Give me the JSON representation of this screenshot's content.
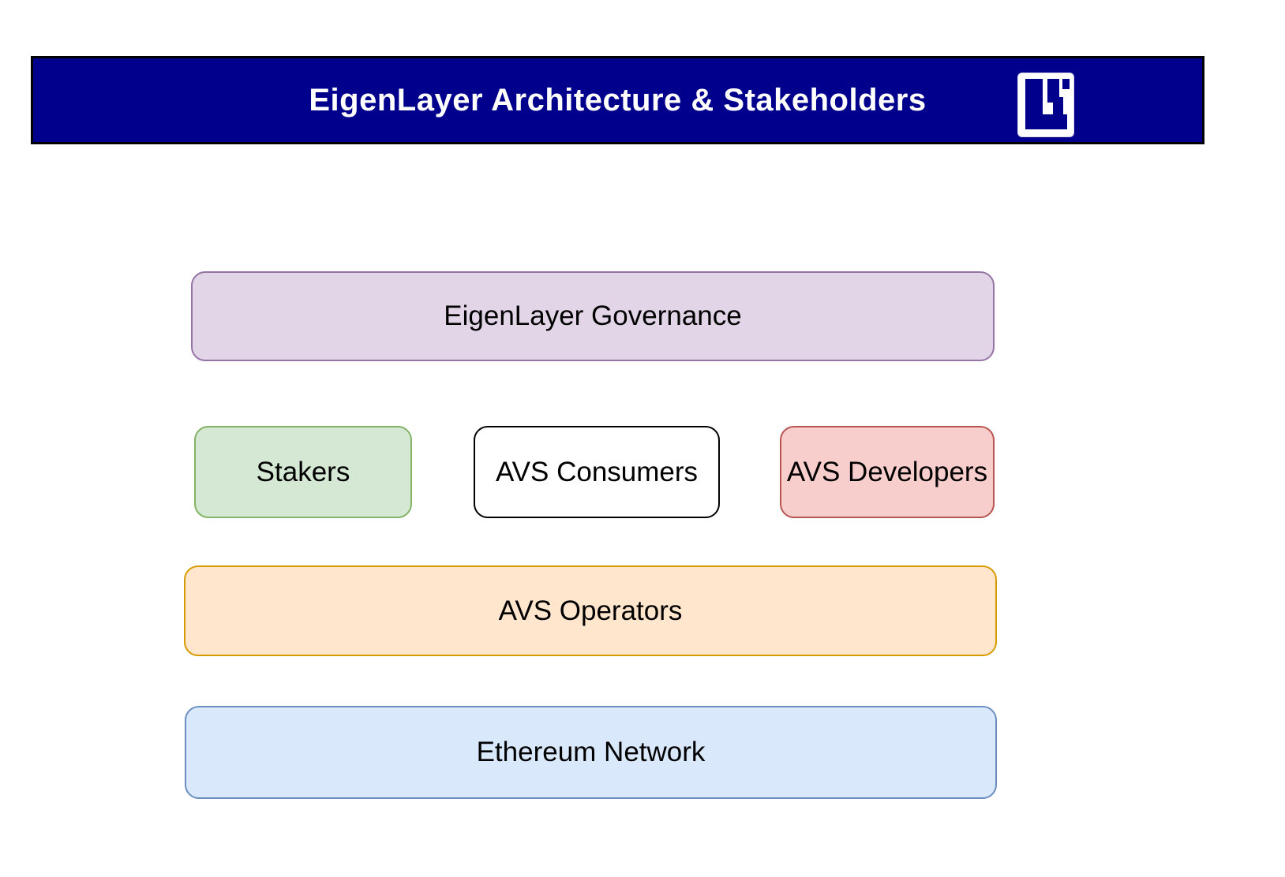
{
  "header": {
    "title": "EigenLayer Architecture & Stakeholders",
    "bg": "#00008C",
    "text_color": "#FFFFFF",
    "logo": "eigenlayer-logo"
  },
  "boxes": {
    "governance": {
      "label": "EigenLayer Governance",
      "fill": "#E1D5E7",
      "stroke": "#9673A6"
    },
    "stakers": {
      "label": "Stakers",
      "fill": "#D5E8D4",
      "stroke": "#82B366"
    },
    "avs_consumers": {
      "label": "AVS Consumers",
      "fill": "#FFFFFF",
      "stroke": "#000000"
    },
    "avs_developers": {
      "label": "AVS Developers",
      "fill": "#F8CECC",
      "stroke": "#B85450"
    },
    "avs_operators": {
      "label": "AVS Operators",
      "fill": "#FFE6CC",
      "stroke": "#D79B00"
    },
    "ethereum": {
      "label": "Ethereum Network",
      "fill": "#DAE8FC",
      "stroke": "#6C8EBF"
    }
  }
}
